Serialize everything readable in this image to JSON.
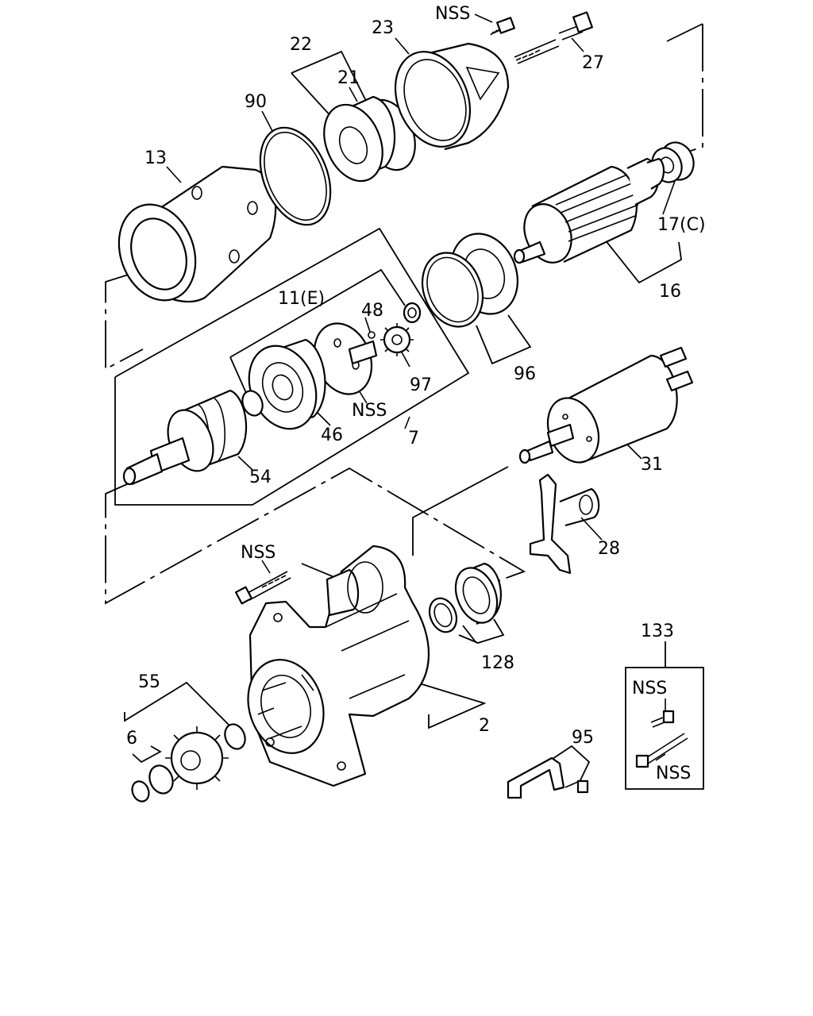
{
  "callouts": {
    "c13": "13",
    "c90": "90",
    "c22": "22",
    "c21": "21",
    "c23": "23",
    "cNSS_top": "NSS",
    "c27": "27",
    "c17": "17(C)",
    "c16": "16",
    "c11": "11(E)",
    "c48": "48",
    "c97": "97",
    "cNSS_mid": "NSS",
    "c96": "96",
    "c46": "46",
    "c7": "7",
    "c54": "54",
    "c31": "31",
    "c28": "28",
    "cNSS_bolt": "NSS",
    "c128": "128",
    "c2": "2",
    "c55": "55",
    "c6": "6",
    "c95": "95",
    "c133": "133",
    "cNSS_box1": "NSS",
    "cNSS_box2": "NSS"
  }
}
